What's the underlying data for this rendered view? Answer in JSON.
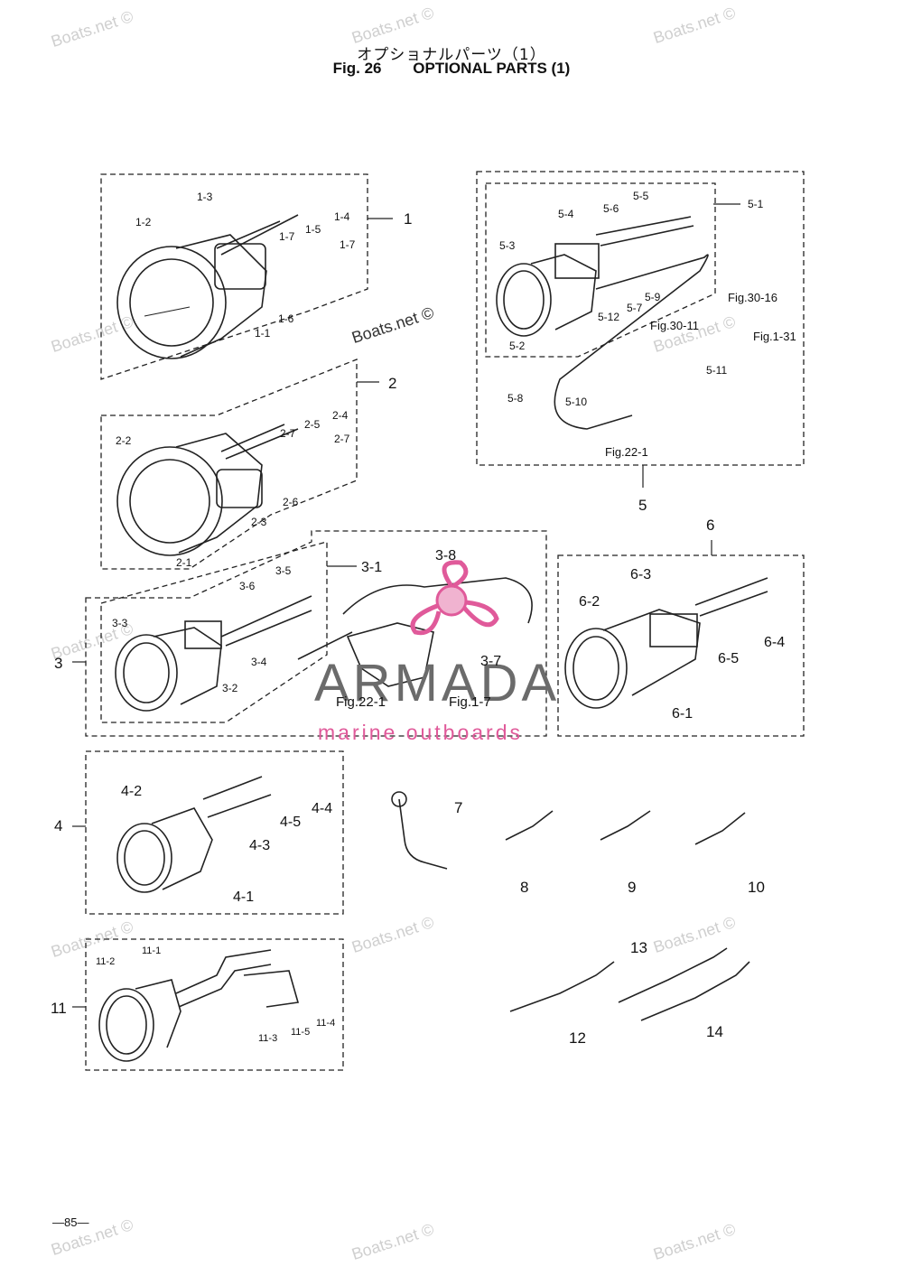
{
  "header": {
    "japanese_title": "オプショナルパーツ（1）",
    "figure_label": "Fig. 26",
    "english_title": "OPTIONAL PARTS (1)"
  },
  "watermark_text": "Boats.net ©",
  "page_number": "—85—",
  "logo": {
    "name": "ARMADA",
    "tagline": "marine outboards",
    "accent_color": "#e05a9a"
  },
  "groups": {
    "g1": {
      "number": "1",
      "parts": [
        "1-1",
        "1-2",
        "1-3",
        "1-4",
        "1-5",
        "1-6",
        "1-7",
        "1-7"
      ]
    },
    "g2": {
      "number": "2",
      "parts": [
        "2-1",
        "2-2",
        "2-3",
        "2-4",
        "2-5",
        "2-6",
        "2-7",
        "2-7"
      ]
    },
    "g3": {
      "number": "3",
      "parts": [
        "3-1",
        "3-2",
        "3-3",
        "3-4",
        "3-5",
        "3-6",
        "3-7",
        "3-8"
      ],
      "refs": [
        "Fig.22-1",
        "Fig.1-7"
      ]
    },
    "g4": {
      "number": "4",
      "parts": [
        "4-1",
        "4-2",
        "4-3",
        "4-4",
        "4-5"
      ]
    },
    "g5": {
      "number": "5",
      "parts": [
        "5-1",
        "5-2",
        "5-3",
        "5-4",
        "5-5",
        "5-6",
        "5-7",
        "5-8",
        "5-9",
        "5-10",
        "5-11",
        "5-12"
      ],
      "refs": [
        "Fig.30-16",
        "Fig.30-11",
        "Fig.1-31",
        "Fig.22-1"
      ]
    },
    "g6": {
      "number": "6",
      "parts": [
        "6-1",
        "6-2",
        "6-3",
        "6-4",
        "6-5"
      ]
    },
    "g11": {
      "number": "11",
      "parts": [
        "11-1",
        "11-2",
        "11-3",
        "11-4",
        "11-5"
      ]
    }
  },
  "singles": [
    "7",
    "8",
    "9",
    "10",
    "12",
    "13",
    "14"
  ]
}
